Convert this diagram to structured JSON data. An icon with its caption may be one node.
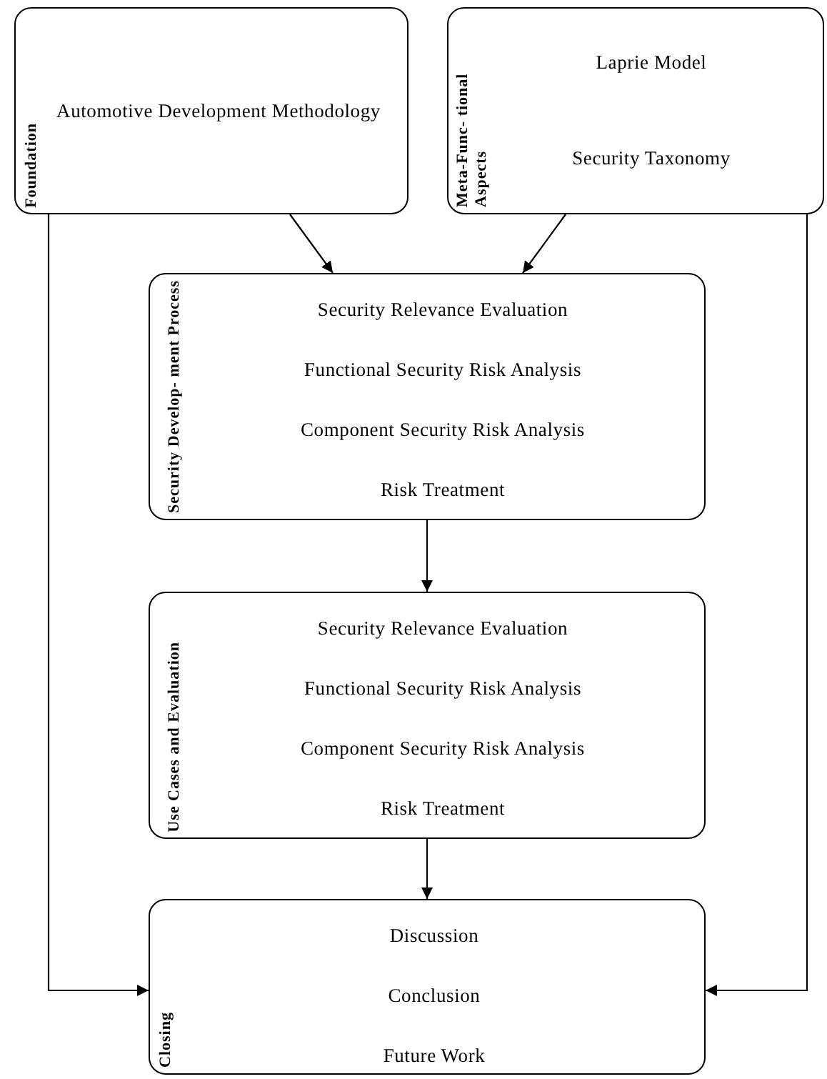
{
  "diagram": {
    "nodes": [
      {
        "text": [
          "Foundation",
          "Automotive Development Methodology"
        ]
      },
      {
        "text": [
          "Meta-Func- tional Aspects",
          "Laprie Model",
          "Security Taxonomy"
        ]
      },
      {
        "text": [
          "Security Develop- ment Process",
          "Security Relevance Evaluation",
          "Functional Security Risk Analysis",
          "Component Security Risk Analysis",
          "Risk Treatment"
        ]
      },
      {
        "text": [
          "Use Cases and Evaluation",
          "Security Relevance Evaluation",
          "Functional Security Risk Analysis",
          "Component Security Risk Analysis",
          "Risk Treatment"
        ]
      },
      {
        "text": [
          "Closing",
          "Discussion",
          "Conclusion",
          "Future Work"
        ]
      }
    ],
    "edges": [
      {
        "from": 0,
        "to": 2,
        "arrow": "to"
      },
      {
        "from": 1,
        "to": 2,
        "arrow": "to"
      },
      {
        "from": 2,
        "to": 3,
        "arrow": "to"
      },
      {
        "from": 3,
        "to": 4,
        "arrow": "to"
      },
      {
        "from": 0,
        "to": 4,
        "arrow": "to"
      },
      {
        "from": 1,
        "to": 4,
        "arrow": "to"
      }
    ]
  }
}
